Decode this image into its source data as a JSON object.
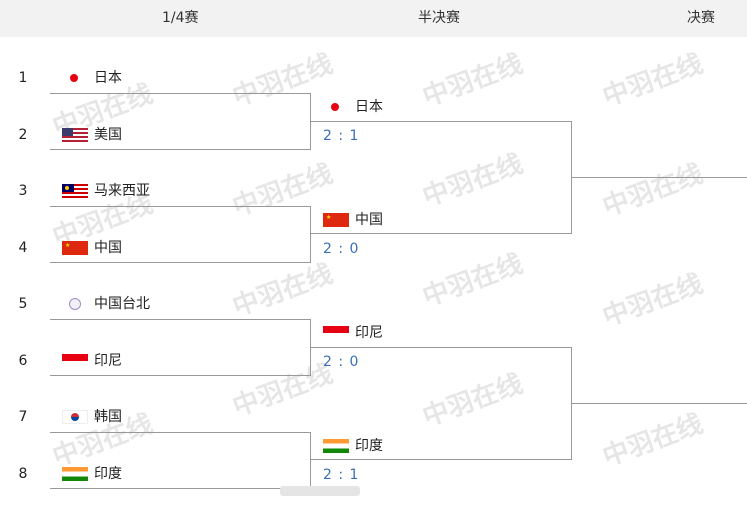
{
  "header": {
    "quarterfinal": "1/4赛",
    "semifinal": "半决赛",
    "final": "决赛"
  },
  "quarterfinal": [
    {
      "seed": "1",
      "team": "日本",
      "flag": "japan-flag"
    },
    {
      "seed": "2",
      "team": "美国",
      "flag": "usa-flag"
    },
    {
      "seed": "3",
      "team": "马来西亚",
      "flag": "malaysia-flag"
    },
    {
      "seed": "4",
      "team": "中国",
      "flag": "china-flag"
    },
    {
      "seed": "5",
      "team": "中国台北",
      "flag": "chinese-taipei-flag"
    },
    {
      "seed": "6",
      "team": "印尼",
      "flag": "indonesia-flag"
    },
    {
      "seed": "7",
      "team": "韩国",
      "flag": "korea-flag"
    },
    {
      "seed": "8",
      "team": "印度",
      "flag": "india-flag"
    }
  ],
  "semifinal": [
    {
      "team": "日本",
      "flag": "japan-flag",
      "score": "2 : 1"
    },
    {
      "team": "中国",
      "flag": "china-flag",
      "score": "2 : 0"
    },
    {
      "team": "印尼",
      "flag": "indonesia-flag",
      "score": "2 : 0"
    },
    {
      "team": "印度",
      "flag": "india-flag",
      "score": "2 : 1"
    }
  ],
  "watermark": "中羽在线",
  "colors": {
    "score": "#3a6fb5",
    "line": "#999999",
    "header_bg": "#f2f2f2"
  }
}
